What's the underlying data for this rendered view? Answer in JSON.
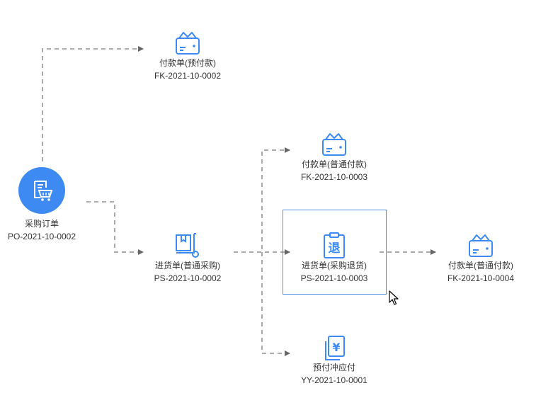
{
  "colors": {
    "accent": "#3d8bf2",
    "connector": "#aaaaaa",
    "selection_border": "#4a90e2",
    "text": "#333333"
  },
  "root": {
    "name": "采购订单",
    "code": "PO-2021-10-0002",
    "icon": "purchase-order-cart-icon"
  },
  "nodes": {
    "prepay_payment": {
      "name": "付款单(预付款)",
      "code": "FK-2021-10-0002",
      "icon": "wallet-icon"
    },
    "receipt": {
      "name": "进货单(普通采购)",
      "code": "PS-2021-10-0002",
      "icon": "delivery-trolley-icon"
    },
    "normal_payment_1": {
      "name": "付款单(普通付款)",
      "code": "FK-2021-10-0003",
      "icon": "wallet-icon"
    },
    "purchase_return": {
      "name": "进货单(采购退货)",
      "code": "PS-2021-10-0003",
      "icon": "return-clipboard-icon",
      "icon_char": "退",
      "selected": true
    },
    "prepay_offset": {
      "name": "预付冲应付",
      "code": "YY-2021-10-0001",
      "icon": "yuan-document-icon",
      "icon_char": "¥"
    },
    "normal_payment_2": {
      "name": "付款单(普通付款)",
      "code": "FK-2021-10-0004",
      "icon": "wallet-icon"
    }
  }
}
